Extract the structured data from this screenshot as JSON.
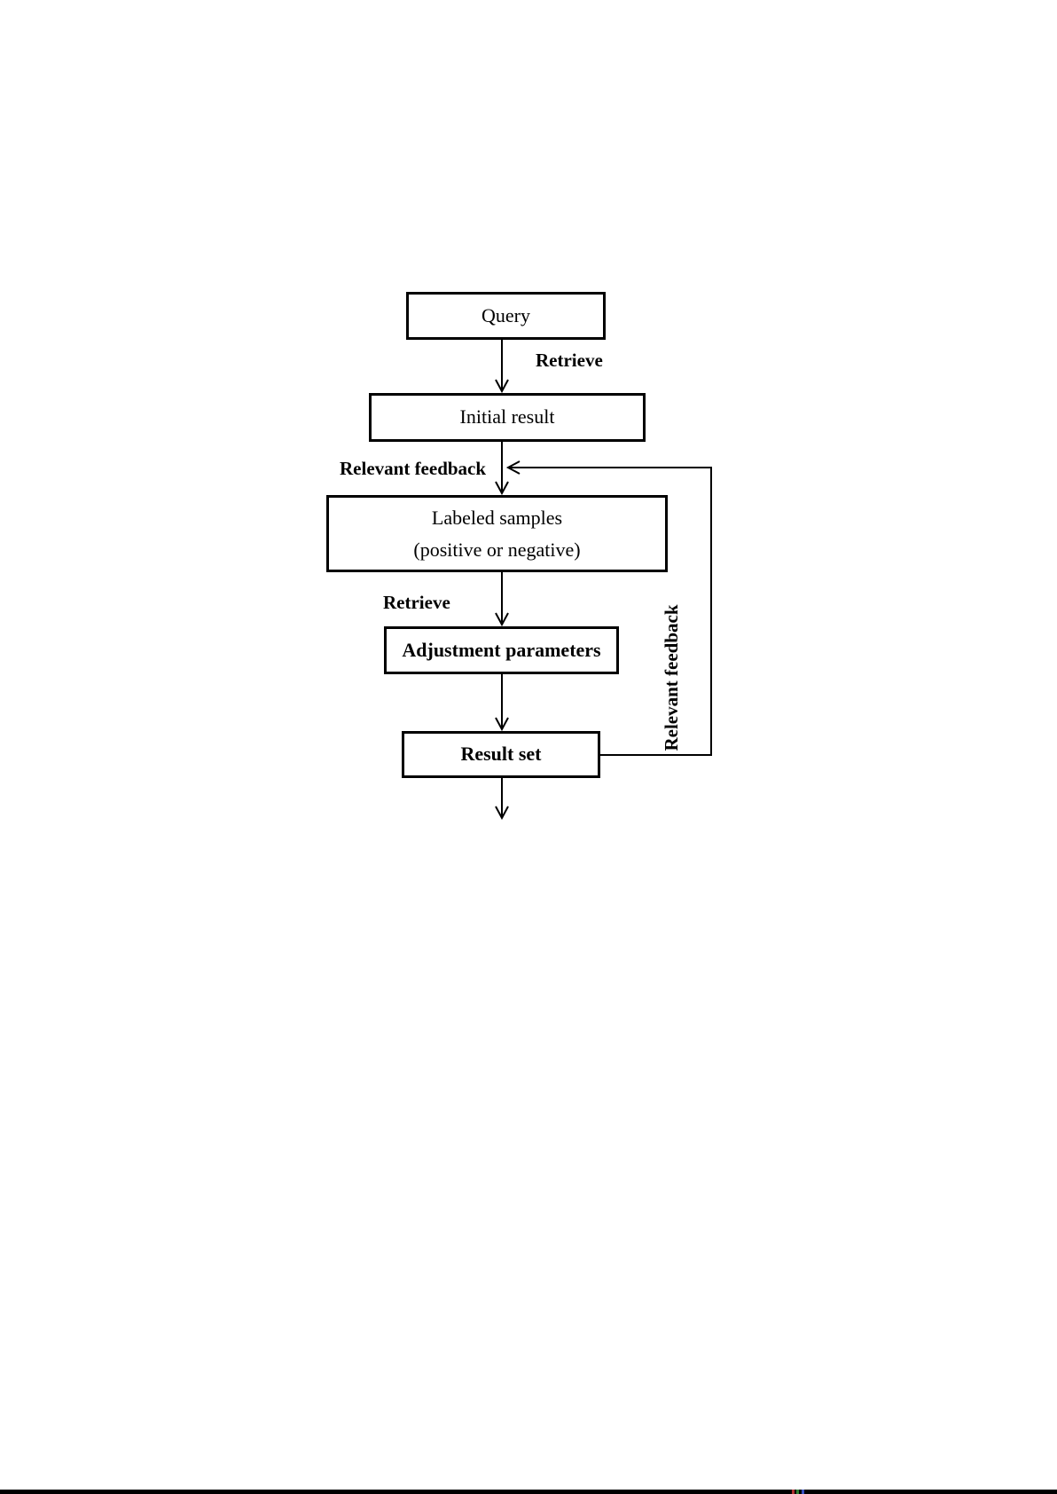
{
  "page": {
    "background_color": "#ffffff",
    "line_color": "#000000",
    "bottom_bar_color": "#000000",
    "artifact_colors": [
      "#b03030",
      "#2e7d32",
      "#3a4fc0"
    ]
  },
  "flowchart": {
    "nodes": {
      "query": {
        "label": "Query"
      },
      "initial_result": {
        "label": "Initial result"
      },
      "labeled_samples": {
        "line1": "Labeled samples",
        "line2": "(positive or negative)"
      },
      "adjustment_parameters": {
        "label": "Adjustment parameters"
      },
      "result_set": {
        "label": "Result set"
      }
    },
    "edge_labels": {
      "retrieve_top": "Retrieve",
      "relevant_feedback_left": "Relevant feedback",
      "retrieve_mid": "Retrieve",
      "relevant_feedback_vertical": "Relevant feedback"
    }
  }
}
